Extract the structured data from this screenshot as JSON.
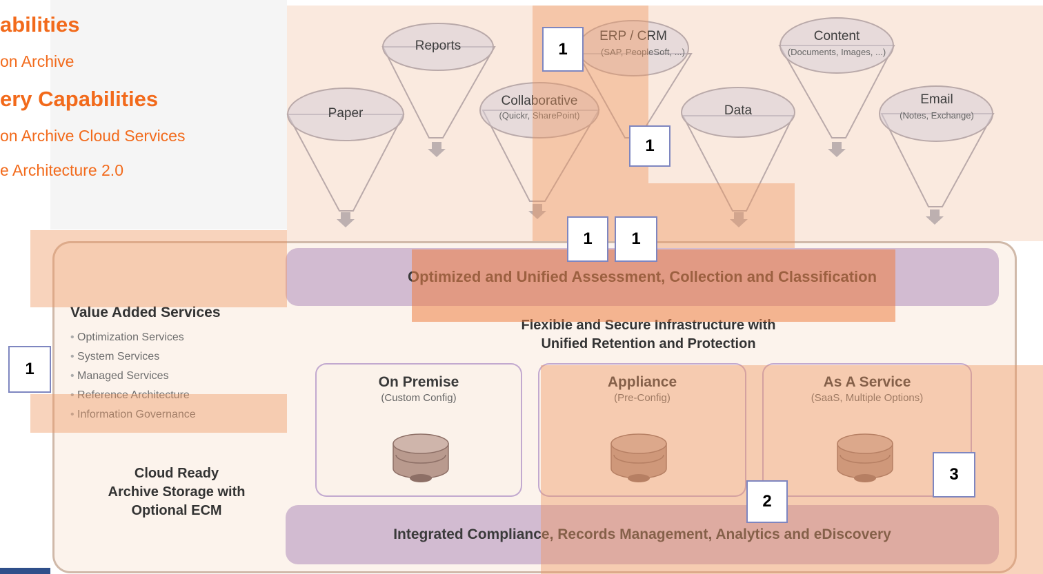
{
  "menu": {
    "items": [
      {
        "label": "abilities",
        "style": "heading"
      },
      {
        "label": "on Archive",
        "style": "sub"
      },
      {
        "label": "ery Capabilities",
        "style": "heading"
      },
      {
        "label": "on Archive Cloud Services",
        "style": "sub"
      },
      {
        "label": "e Architecture 2.0",
        "style": "sub"
      }
    ]
  },
  "sources": [
    {
      "title": "Paper",
      "subtitle": ""
    },
    {
      "title": "Reports",
      "subtitle": ""
    },
    {
      "title": "Collaborative",
      "subtitle": "(Quickr, SharePoint)"
    },
    {
      "title": "ERP / CRM",
      "subtitle": "(SAP, PeopleSoft, ...)"
    },
    {
      "title": "Data",
      "subtitle": ""
    },
    {
      "title": "Content",
      "subtitle": "(Documents, Images, ...)"
    },
    {
      "title": "Email",
      "subtitle": "(Notes, Exchange)"
    }
  ],
  "bands": {
    "top": "Optimized and Unified Assessment, Collection and Classification",
    "bottom": "Integrated Compliance, Records Management, Analytics and eDiscovery"
  },
  "infrastructure": {
    "line1": "Flexible and Secure Infrastructure with",
    "line2": "Unified Retention and Protection"
  },
  "deployments": [
    {
      "title": "On Premise",
      "subtitle": "(Custom Config)"
    },
    {
      "title": "Appliance",
      "subtitle": "(Pre-Config)"
    },
    {
      "title": "As A Service",
      "subtitle": "(SaaS, Multiple Options)"
    }
  ],
  "value_added": {
    "title": "Value Added Services",
    "items": [
      "Optimization Services",
      "System Services",
      "Managed Services",
      "Reference Architecture",
      "Information Governance"
    ]
  },
  "cloud_ready": {
    "line1": "Cloud Ready",
    "line2": "Archive Storage with",
    "line3": "Optional ECM"
  },
  "markers": [
    "1",
    "1",
    "1",
    "1",
    "1",
    "2",
    "3"
  ],
  "colors": {
    "menu_text": "#f26a1b",
    "overlay": "#ee965f",
    "band": "#c4a8c8",
    "marker_border": "#7e86c0"
  }
}
